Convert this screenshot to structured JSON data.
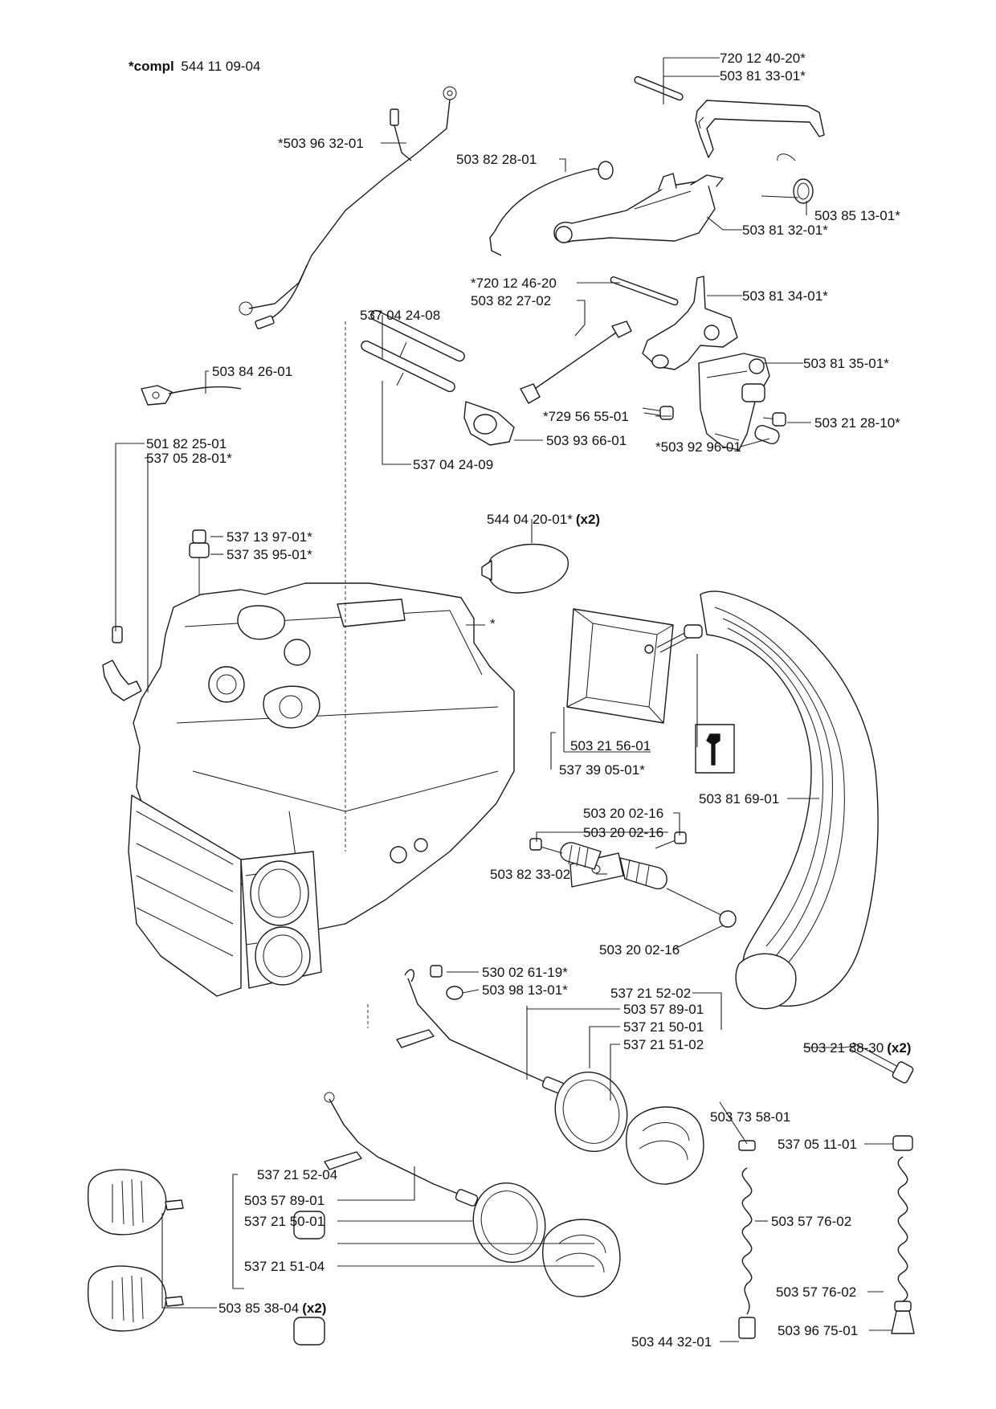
{
  "header": {
    "bold": "*compl",
    "part_number": "544 11 09-04"
  },
  "labels": [
    {
      "id": "l01",
      "text": "720 12 40-20*"
    },
    {
      "id": "l02",
      "text": "503 81 33-01*"
    },
    {
      "id": "l03",
      "text": "*503 96 32-01"
    },
    {
      "id": "l04",
      "text": "503 82 28-01"
    },
    {
      "id": "l05",
      "text": "503 85 13-01*"
    },
    {
      "id": "l06",
      "text": "503 81 32-01*"
    },
    {
      "id": "l07",
      "text": "*720 12 46-20"
    },
    {
      "id": "l08",
      "text": "503 82 27-02"
    },
    {
      "id": "l09",
      "text": "503 81 34-01*"
    },
    {
      "id": "l10",
      "text": "537 04 24-08"
    },
    {
      "id": "l11",
      "text": "503 81 35-01*"
    },
    {
      "id": "l12",
      "text": "503 84 26-01"
    },
    {
      "id": "l13",
      "text": "*729 56 55-01"
    },
    {
      "id": "l14",
      "text": "503 21 28-10*"
    },
    {
      "id": "l15",
      "text": "503 93 66-01"
    },
    {
      "id": "l16",
      "text": "*503 92 96-01"
    },
    {
      "id": "l17",
      "text": "501 82 25-01"
    },
    {
      "id": "l18",
      "text": "537 05 28-01*"
    },
    {
      "id": "l19",
      "text": "537 04 24-09"
    },
    {
      "id": "l20",
      "text": "544 04 20-01*",
      "qty": "(x2)"
    },
    {
      "id": "l21",
      "text": "537 13 97-01*"
    },
    {
      "id": "l22",
      "text": "537 35 95-01*"
    },
    {
      "id": "l23",
      "text": "*"
    },
    {
      "id": "l24",
      "text": "503 21 56-01"
    },
    {
      "id": "l25",
      "text": "537 39 05-01*"
    },
    {
      "id": "l26",
      "text": "503 81 69-01"
    },
    {
      "id": "l27",
      "text": "503 20 02-16"
    },
    {
      "id": "l28",
      "text": "503 20 02-16"
    },
    {
      "id": "l29",
      "text": "503 82 33-02"
    },
    {
      "id": "l30",
      "text": "503 20 02-16"
    },
    {
      "id": "l31",
      "text": "530 02 61-19*"
    },
    {
      "id": "l32",
      "text": "503 98 13-01*"
    },
    {
      "id": "l33",
      "text": "537 21 52-02"
    },
    {
      "id": "l34",
      "text": "503 57 89-01"
    },
    {
      "id": "l35",
      "text": "537 21 50-01"
    },
    {
      "id": "l36",
      "text": "537 21 51-02"
    },
    {
      "id": "l37",
      "text": "503 21 88-30",
      "qty": "(x2)"
    },
    {
      "id": "l38",
      "text": "503 73 58-01"
    },
    {
      "id": "l39",
      "text": "537 05 11-01"
    },
    {
      "id": "l40",
      "text": "537 21 52-04"
    },
    {
      "id": "l41",
      "text": "503 57 89-01"
    },
    {
      "id": "l42",
      "text": "503 57 76-02"
    },
    {
      "id": "l43",
      "text": "537 21 50-01"
    },
    {
      "id": "l44",
      "text": "503 57 76-02"
    },
    {
      "id": "l45",
      "text": "537 21 51-04"
    },
    {
      "id": "l46",
      "text": "503 85 38-04",
      "qty": "(x2)"
    },
    {
      "id": "l47",
      "text": "503 96 75-01"
    },
    {
      "id": "l48",
      "text": "503 44 32-01"
    }
  ]
}
